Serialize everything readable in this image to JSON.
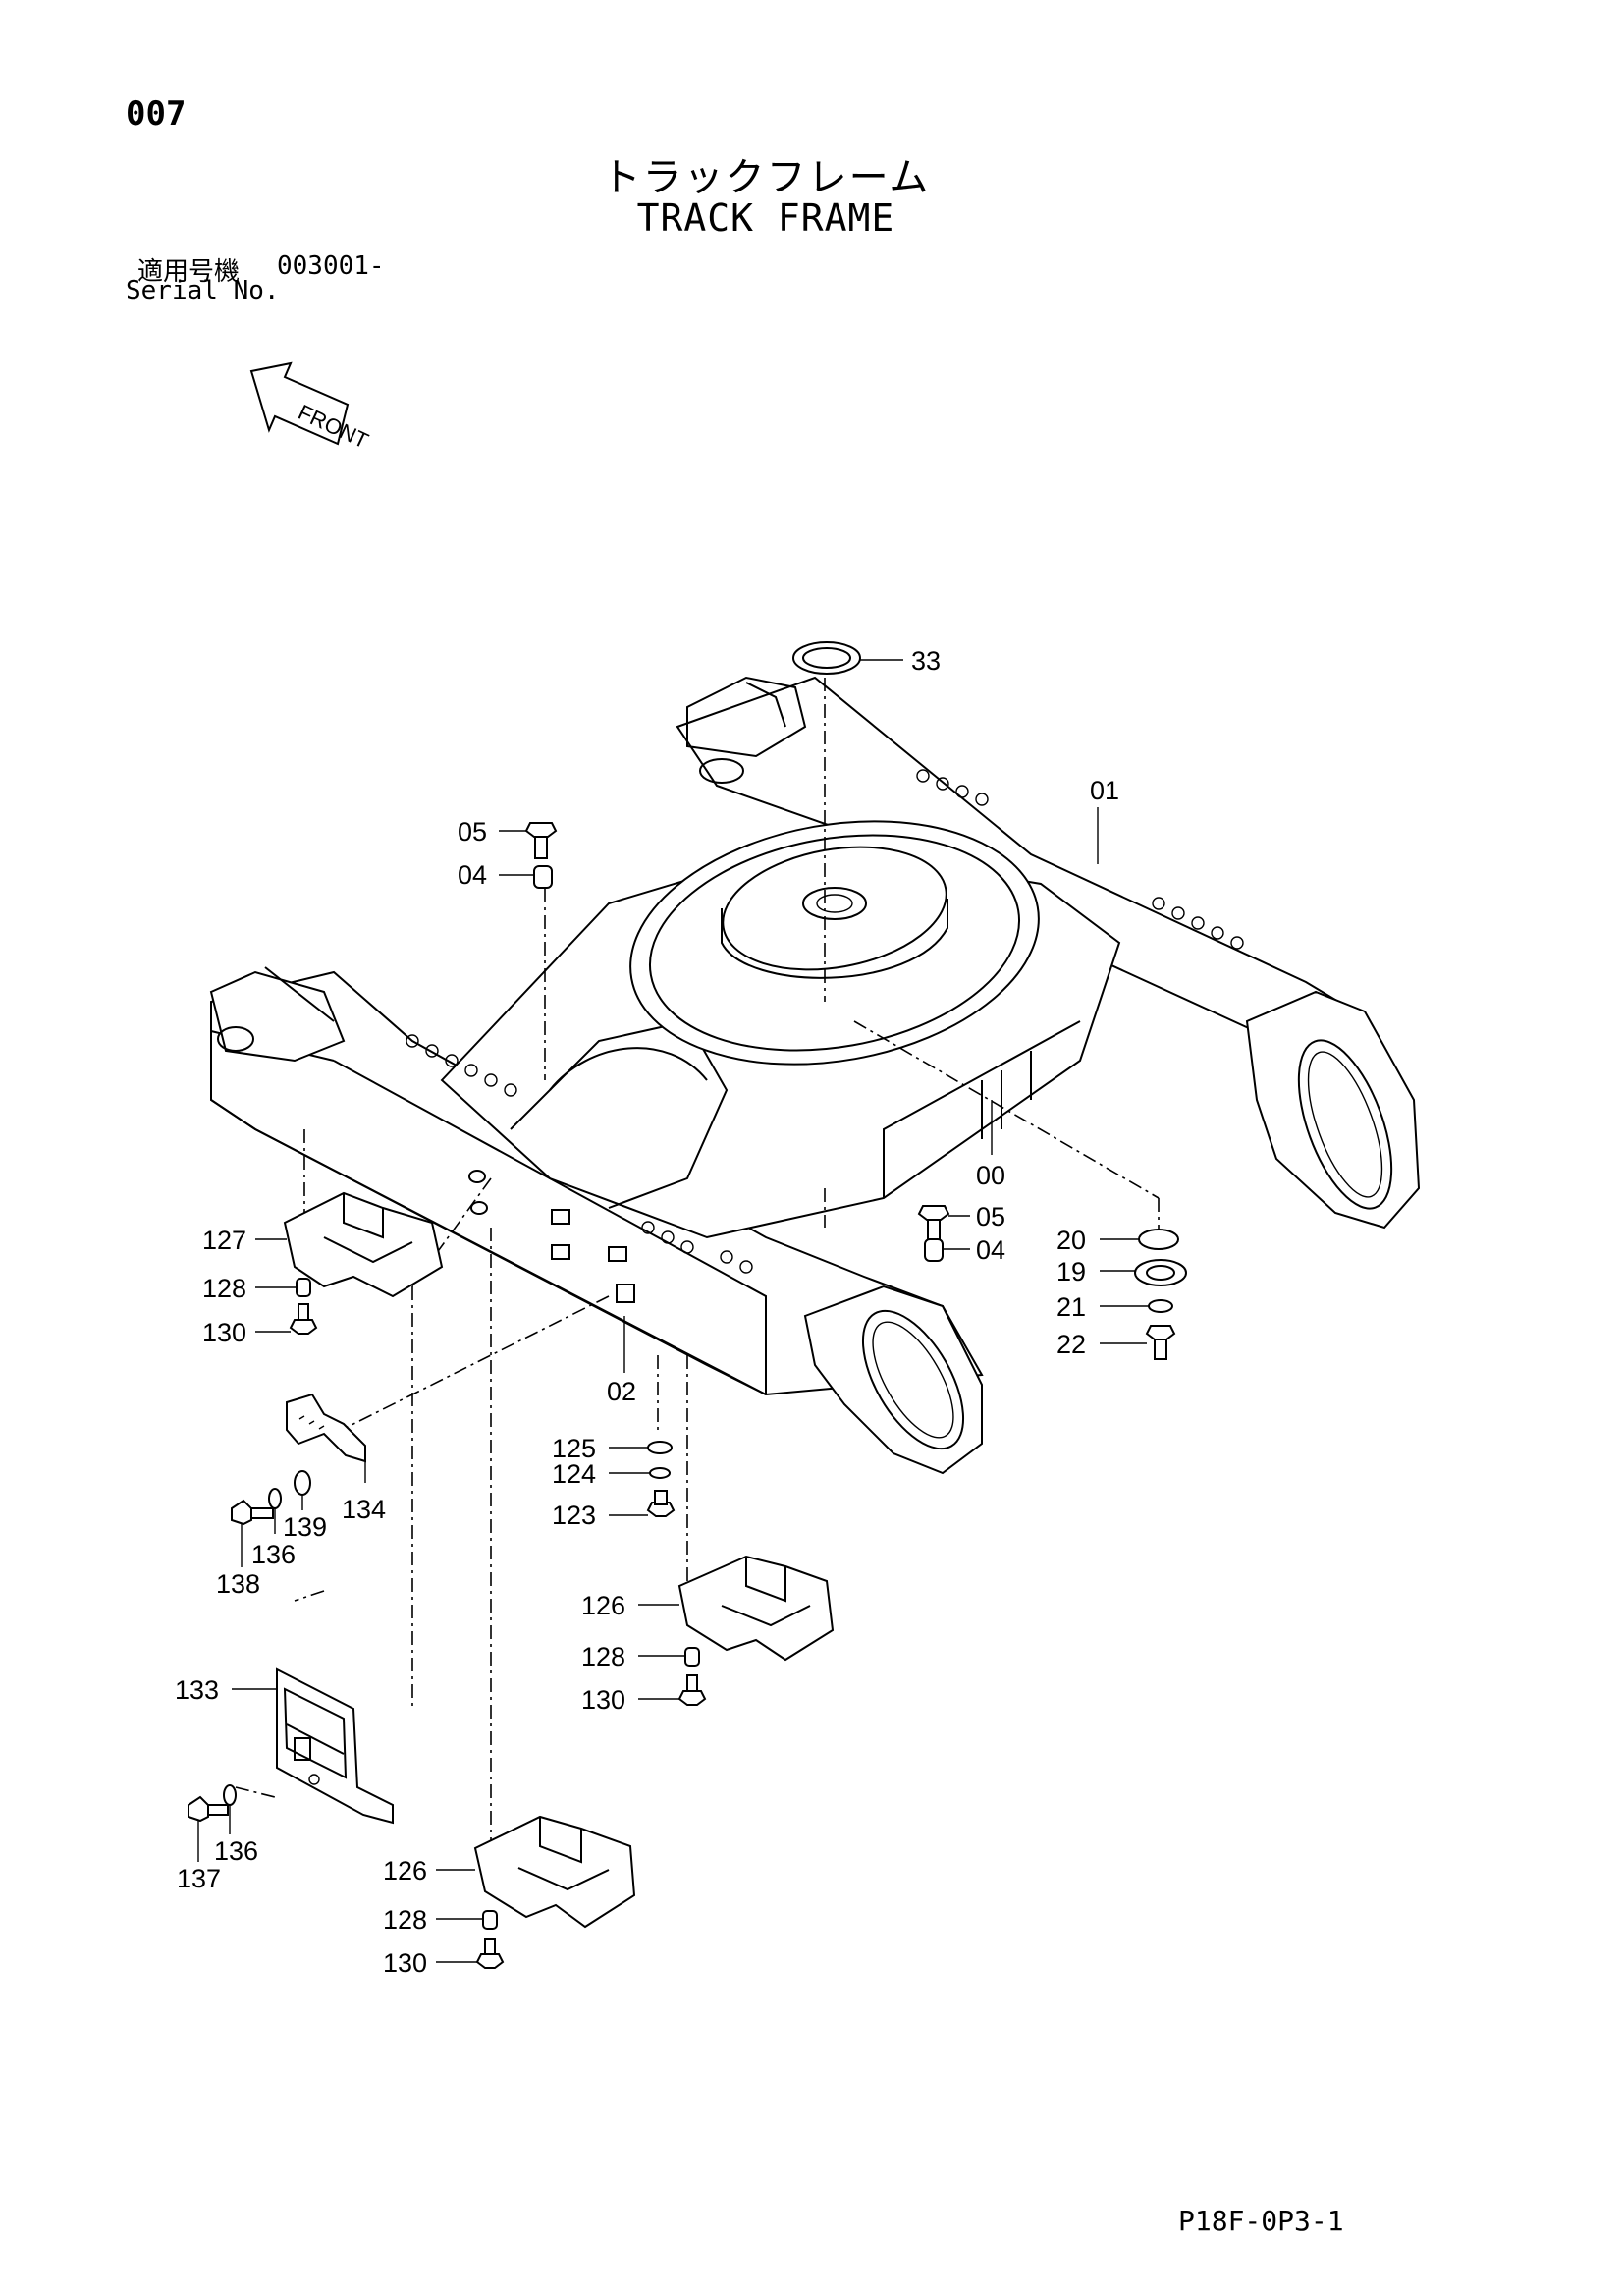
{
  "header": {
    "page_number": "007",
    "title_ja": "トラックフレーム",
    "title_en": "TRACK FRAME",
    "serial_label_ja": "適用号機",
    "serial_range": "003001-",
    "serial_label_en": "Serial No."
  },
  "front_label": "FRONT",
  "drawing_code": "P18F-0P3-1",
  "callouts": {
    "c33": "33",
    "c01": "01",
    "c05a": "05",
    "c04a": "04",
    "c00": "00",
    "c05b": "05",
    "c04b": "04",
    "c20": "20",
    "c19": "19",
    "c21": "21",
    "c22": "22",
    "c127": "127",
    "c128a": "128",
    "c130a": "130",
    "c02": "02",
    "c125": "125",
    "c124": "124",
    "c123": "123",
    "c134": "134",
    "c139": "139",
    "c136a": "136",
    "c138": "138",
    "c126a": "126",
    "c128b": "128",
    "c130b": "130",
    "c133": "133",
    "c136b": "136",
    "c137": "137",
    "c126b": "126",
    "c128c": "128",
    "c130c": "130"
  }
}
